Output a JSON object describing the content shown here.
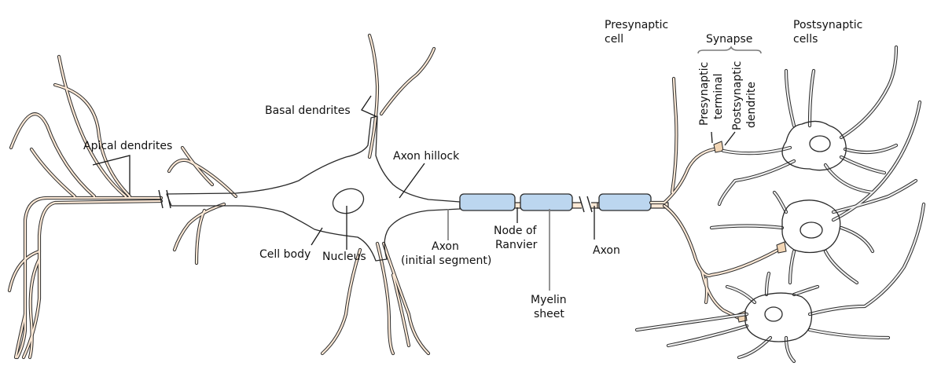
{
  "diagram": {
    "title": "Neuron and synapse anatomy",
    "colors": {
      "presynaptic_fill": "#fde9d6",
      "postsynaptic_fill": "#eeeeee",
      "myelin_fill": "#bcd6ef",
      "outline": "#2a2a2a",
      "label_text": "#111111",
      "leader_grey": "#7a7a7a"
    },
    "labels": {
      "apical_dendrites": "Apical dendrites",
      "basal_dendrites": "Basal dendrites",
      "axon_hillock": "Axon hillock",
      "cell_body": "Cell body",
      "nucleus": "Nucleus",
      "axon_initial_line1": "Axon",
      "axon_initial_line2": "(initial segment)",
      "node_of_ranvier_line1": "Node of",
      "node_of_ranvier_line2": "Ranvier",
      "myelin_sheet_line1": "Myelin",
      "myelin_sheet_line2": "sheet",
      "axon": "Axon",
      "presynaptic_cell_line1": "Presynaptic",
      "presynaptic_cell_line2": "cell",
      "synapse": "Synapse",
      "presynaptic_terminal_line1": "Presynaptic",
      "presynaptic_terminal_line2": "terminal",
      "postsynaptic_dendrite_line1": "Postsynaptic",
      "postsynaptic_dendrite_line2": "dendrite",
      "postsynaptic_cells_line1": "Postsynaptic",
      "postsynaptic_cells_line2": "cells"
    }
  }
}
